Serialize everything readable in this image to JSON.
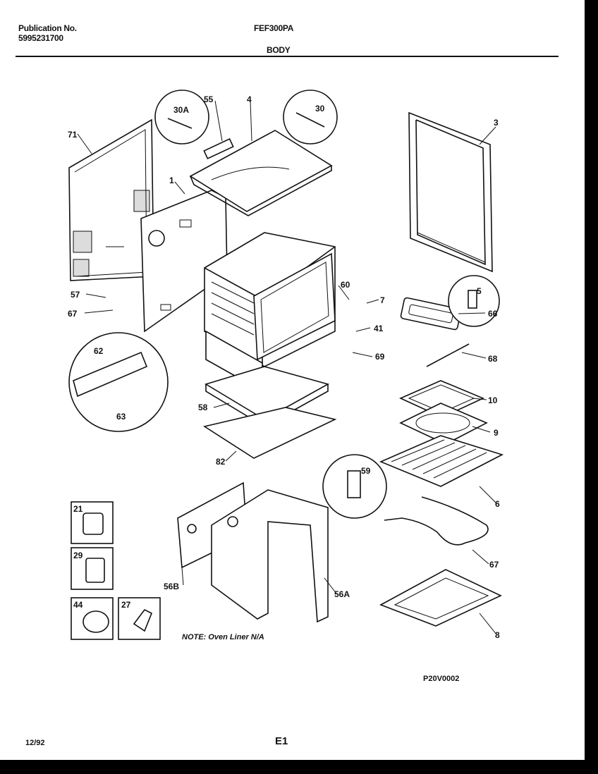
{
  "header": {
    "publication_label": "Publication No.",
    "publication_number": "5995231700",
    "model": "FEF300PA",
    "section": "BODY"
  },
  "labels": {
    "p71": "71",
    "p30A": "30A",
    "p55": "55",
    "p4": "4",
    "p30": "30",
    "p3": "3",
    "p1": "1",
    "p57": "57",
    "p67a": "67",
    "p60": "60",
    "p7": "7",
    "p5": "5",
    "p41": "41",
    "p66": "66",
    "p69": "69",
    "p68": "68",
    "p62": "62",
    "p10": "10",
    "p58": "58",
    "p9": "9",
    "p63": "63",
    "p82": "82",
    "p59": "59",
    "p6": "6",
    "p21": "21",
    "p29": "29",
    "p44": "44",
    "p27": "27",
    "p56B": "56B",
    "p56A": "56A",
    "p67b": "67",
    "p8": "8"
  },
  "note": "NOTE: Oven Liner N/A",
  "drawing_code": "P20V0002",
  "footer": {
    "date": "12/92",
    "page": "E1"
  }
}
